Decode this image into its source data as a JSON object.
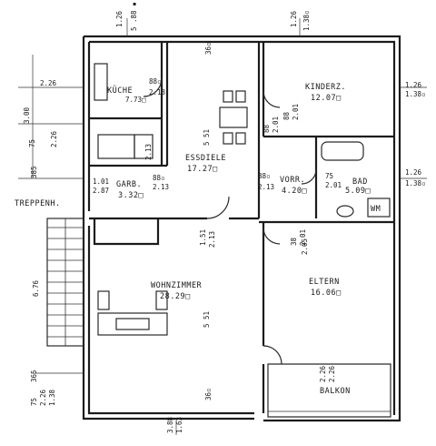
{
  "rooms": {
    "kueche": {
      "name": "KÜCHE",
      "area": "7.73□"
    },
    "kinderz": {
      "name": "KINDERZ.",
      "area": "12.07□"
    },
    "essdiele": {
      "name": "ESSDIELE",
      "area": "17.27□"
    },
    "garb": {
      "name": "GARB.",
      "area": "3.32□"
    },
    "vorr": {
      "name": "VORR.",
      "area": "4.20□"
    },
    "bad": {
      "name": "BAD",
      "area": "5.09□"
    },
    "wohnzimmer": {
      "name": "WOHNZIMMER",
      "area": "28.29□"
    },
    "eltern": {
      "name": "ELTERN",
      "area": "16.06□"
    },
    "balkon": {
      "name": "BALKON"
    },
    "treppenh": {
      "name": "TREPPENH."
    },
    "wm": {
      "name": "WM"
    }
  },
  "dimensions": {
    "top_kitchen": [
      "1.26",
      "5 .88 ▪"
    ],
    "top_hall": "36▫",
    "top_kinderz": [
      "1.26",
      "1.38▫"
    ],
    "left_226": "2.26",
    "left_300": "3.00",
    "left_75": "75",
    "left_226b": "2.26",
    "left_385": "385",
    "left_676": "6.76",
    "left_365": "365",
    "left_bottom": [
      "75",
      "2.26",
      "1.38"
    ],
    "kueche_dims": [
      "88▫",
      "2.13"
    ],
    "kinder_right": [
      "1.26",
      "1.38▫"
    ],
    "bad_right": [
      "1.26",
      "1.38▫"
    ],
    "essdiele_551": "5 51",
    "wohn_551": "5 51",
    "garb_dims": [
      "1.01",
      "2.87",
      "88▫",
      "2.13"
    ],
    "garb_213": "2.13",
    "vorr_dims": [
      "88▫",
      "2.13"
    ],
    "bad_dims": [
      "75",
      "2.01"
    ],
    "hall_151": [
      "1.51",
      "2.13"
    ],
    "vorr_vert": [
      "88",
      "2.01"
    ],
    "kinder_vert": [
      "88",
      "2.01"
    ],
    "bad_vert": "2.05",
    "elt_vert": [
      "38",
      "2.01"
    ],
    "bottom_365": "36▫",
    "bottom_388": [
      "3.88",
      "1.63"
    ],
    "balkon_226": "2.26",
    "balkon_226b": "2.26"
  }
}
